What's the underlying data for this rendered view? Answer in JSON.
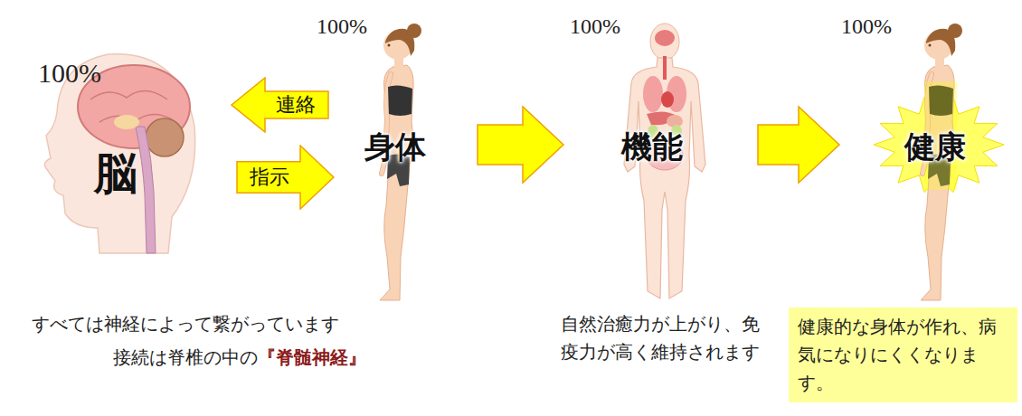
{
  "diagram": {
    "nodes": [
      {
        "text": [
          "100%",
          "脳"
        ]
      },
      {
        "text": [
          "連絡"
        ]
      },
      {
        "text": [
          "指示"
        ]
      },
      {
        "text": [
          "100%",
          "身体"
        ]
      },
      {
        "text": [
          "100%",
          "機能"
        ]
      },
      {
        "text": [
          "100%",
          "健康"
        ]
      },
      {
        "text": [
          "健康的な身体が作れ、病気になりにくくなります。"
        ]
      }
    ],
    "edges": [
      {
        "from": 3,
        "to": 4,
        "arrow": "to"
      },
      {
        "from": 4,
        "to": 5,
        "arrow": "to"
      }
    ],
    "labels": [
      "すべては神経によって繋がっています",
      "接続は脊椎の中の",
      "『脊髄神経』",
      "自然治癒力が上がり、免疫力が高く維持されます"
    ]
  }
}
